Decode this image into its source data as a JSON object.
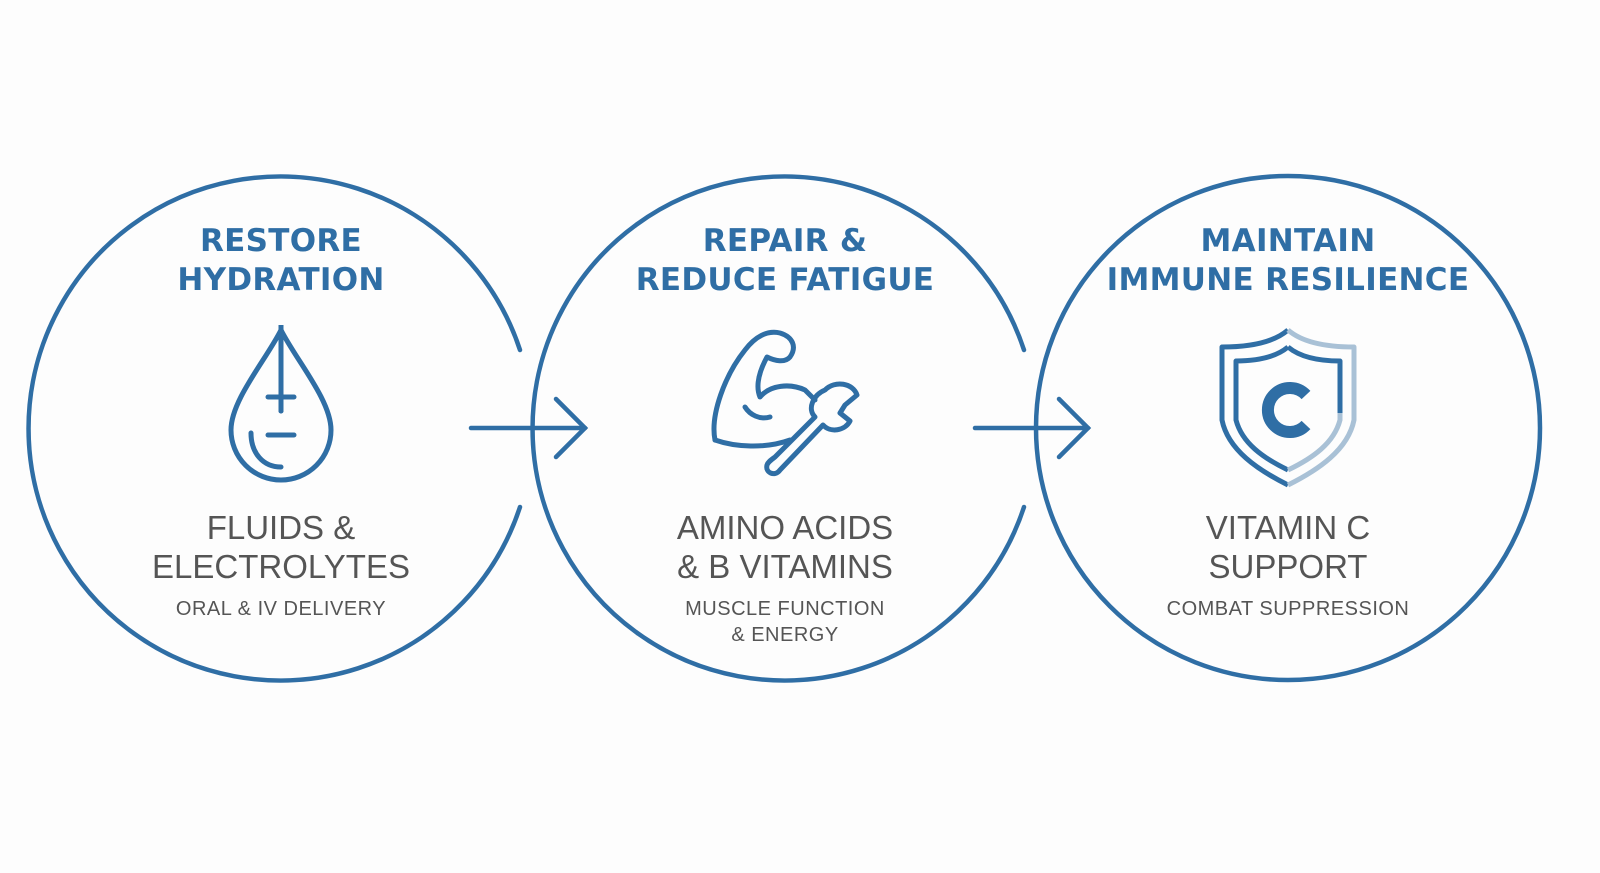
{
  "colors": {
    "accent": "#2f6ea5",
    "accent_light": "#a9c1d6",
    "text": "#555555"
  },
  "steps": [
    {
      "title_line1": "RESTORE",
      "title_line2": "HYDRATION",
      "icon": "water-drop-plus-minus-icon",
      "subtitle_line1": "FLUIDS &",
      "subtitle_line2": "ELECTROLYTES",
      "detail_line1": "ORAL & IV DELIVERY",
      "detail_line2": ""
    },
    {
      "title_line1": "REPAIR &",
      "title_line2": "REDUCE FATIGUE",
      "icon": "muscle-wrench-icon",
      "subtitle_line1": "AMINO ACIDS",
      "subtitle_line2": "& B VITAMINS",
      "detail_line1": "MUSCLE FUNCTION",
      "detail_line2": "& ENERGY"
    },
    {
      "title_line1": "MAINTAIN",
      "title_line2": "IMMUNE RESILIENCE",
      "icon": "shield-c-icon",
      "subtitle_line1": "VITAMIN C",
      "subtitle_line2": "SUPPORT",
      "detail_line1": "COMBAT SUPPRESSION",
      "detail_line2": ""
    }
  ]
}
